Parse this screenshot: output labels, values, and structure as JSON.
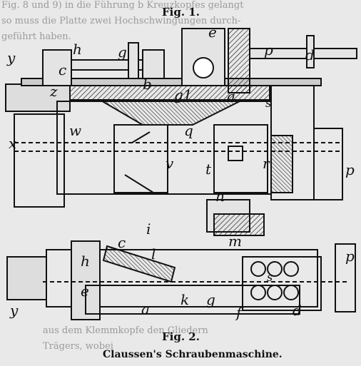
{
  "figures": {
    "fig1_title": "Fig. 1.",
    "fig2_title": "Fig. 2.",
    "caption": "Claussen's Schraubenmaschine."
  },
  "bleed_through": {
    "top_left_1": "Fig. 8 und 9) in die Führung b Kreuzkopfes gelangt",
    "top_left_2": "so muss die Platte zwei Hochschwingungen durch-",
    "top_left_3": "geführt haben.",
    "bottom_1": "aus dem Klemmkopfe den Gliedern",
    "bottom_2": "Trägers, wobei"
  },
  "fig1_labels": {
    "h": "h",
    "g": "g",
    "e": "e",
    "p": "p",
    "d": "d",
    "c": "c",
    "y": "y",
    "z": "z",
    "b": "b",
    "g1": "g1",
    "a": "a",
    "w": "w",
    "x": "x",
    "q": "q",
    "v": "v",
    "t": "t",
    "r": "r",
    "s": "s",
    "p2": "p"
  },
  "fig2_labels": {
    "n": "n",
    "i": "i",
    "m": "m",
    "c": "c",
    "l": "l",
    "h": "h",
    "y": "y",
    "e": "e",
    "a": "a",
    "k": "k",
    "g": "g",
    "f": "f",
    "s": "s",
    "d": "d",
    "p": "p"
  }
}
